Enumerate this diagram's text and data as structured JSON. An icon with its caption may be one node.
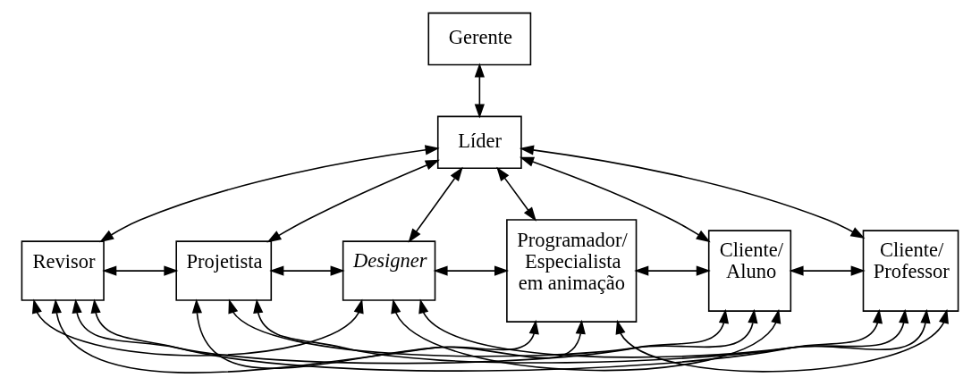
{
  "diagram": {
    "nodes": [
      {
        "text": [
          "Gerente"
        ]
      },
      {
        "text": [
          "Líder"
        ]
      },
      {
        "text": [
          "Revisor"
        ]
      },
      {
        "text": [
          "Projetista"
        ]
      },
      {
        "text": [
          "Designer"
        ]
      },
      {
        "text": [
          "Programador/ Especialista em animação"
        ]
      },
      {
        "text": [
          "Cliente/ Aluno"
        ]
      },
      {
        "text": [
          "Cliente/ Professor"
        ]
      }
    ],
    "edges": [
      {
        "from": 0,
        "to": 1,
        "arrow": "both"
      },
      {
        "from": 1,
        "to": 2,
        "arrow": "both"
      },
      {
        "from": 1,
        "to": 3,
        "arrow": "both"
      },
      {
        "from": 1,
        "to": 4,
        "arrow": "both"
      },
      {
        "from": 1,
        "to": 5,
        "arrow": "both"
      },
      {
        "from": 1,
        "to": 6,
        "arrow": "both"
      },
      {
        "from": 1,
        "to": 7,
        "arrow": "both"
      },
      {
        "from": 2,
        "to": 3,
        "arrow": "both"
      },
      {
        "from": 3,
        "to": 4,
        "arrow": "both"
      },
      {
        "from": 4,
        "to": 5,
        "arrow": "both"
      },
      {
        "from": 5,
        "to": 6,
        "arrow": "both"
      },
      {
        "from": 6,
        "to": 7,
        "arrow": "both"
      },
      {
        "from": 2,
        "to": 4,
        "arrow": "both"
      },
      {
        "from": 2,
        "to": 5,
        "arrow": "both"
      },
      {
        "from": 2,
        "to": 6,
        "arrow": "both"
      },
      {
        "from": 2,
        "to": 7,
        "arrow": "both"
      },
      {
        "from": 3,
        "to": 5,
        "arrow": "both"
      },
      {
        "from": 3,
        "to": 6,
        "arrow": "both"
      },
      {
        "from": 3,
        "to": 7,
        "arrow": "both"
      },
      {
        "from": 4,
        "to": 6,
        "arrow": "both"
      },
      {
        "from": 4,
        "to": 7,
        "arrow": "both"
      },
      {
        "from": 5,
        "to": 7,
        "arrow": "both"
      }
    ]
  }
}
